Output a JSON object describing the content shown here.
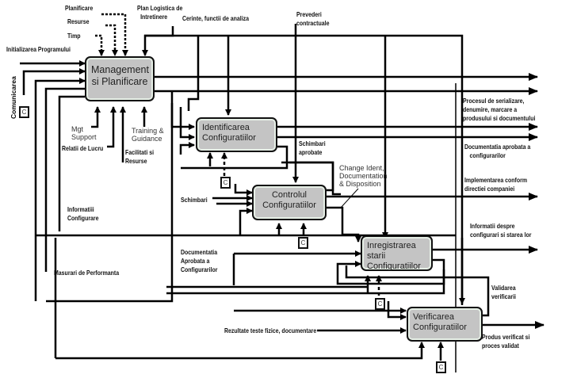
{
  "diagram": {
    "type": "IDEF0 configuration management process",
    "boxes": [
      {
        "id": "management",
        "title": "Management si Planificare"
      },
      {
        "id": "identificare",
        "title": "Identificarea Configuratiilor"
      },
      {
        "id": "control",
        "title": "Controlul Configuratiilor"
      },
      {
        "id": "inregistrare",
        "title": "Inregistrarea starii Configuratiilor"
      },
      {
        "id": "verificare",
        "title": "Verificarea Configuratiilor"
      }
    ],
    "control_box_label": "C",
    "labels": {
      "planificare": "Planificare",
      "resurse": "Resurse",
      "timp": "Timp",
      "plan_logistica_1": "Plan Logistica de",
      "plan_logistica_2": "Intretinere",
      "cerinte": "Cerinte, functii de analiza",
      "prevederi_1": "Prevederi",
      "prevederi_2": "contractuale",
      "initializarea": "Initializarea Programului",
      "comunicarea": "Comunicarea",
      "mgt_support_1": "Mgt",
      "mgt_support_2": "Support",
      "relatii": "Relatii de Lucru",
      "facilitati_1": "Facilitati si",
      "facilitati_2": "Resurse",
      "training_1": "Training &",
      "training_2": "Guidance",
      "schimbari_aprobate_1": "Schimbari",
      "schimbari_aprobate_2": "aprobate",
      "change_1": "Change Ident,",
      "change_2": "Documentation",
      "change_3": "& Disposition",
      "schimbari": "Schimbari",
      "informatii_1": "Informatiii",
      "informatii_2": "Configurare",
      "masurari": "Masurari de Performanta",
      "documentatia_1": "Documentatia",
      "documentatia_2": "Aprobata a",
      "documentatia_3": "Configurarilor",
      "rezultate": "Rezultate teste fizice, documentare",
      "out_proces_1": "Procesul de serializare,",
      "out_proces_2": "denumire, marcare a",
      "out_proces_3": "produsului si documentului",
      "out_doc_1": "Documentatia aprobata a",
      "out_doc_2": "configurarilor",
      "out_impl_1": "Implementarea conform",
      "out_impl_2": "directiei companiei",
      "out_info_1": "Informatii despre",
      "out_info_2": "configurari si starea lor",
      "validarea_1": "Validarea",
      "validarea_2": "verificarii",
      "produs_1": "Produs verificat si",
      "produs_2": "proces validat"
    }
  }
}
